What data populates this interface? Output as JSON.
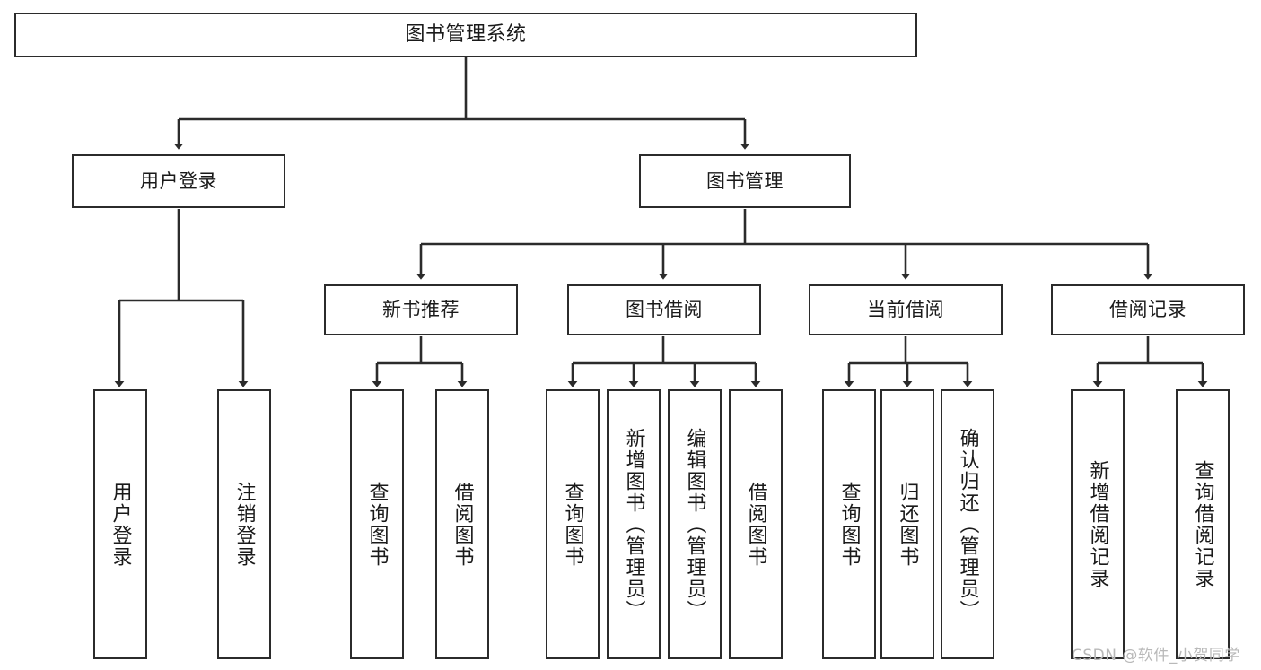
{
  "diagram": {
    "type": "tree-hierarchy-chart",
    "title": "图书管理系统",
    "watermark": "CSDN @软件_小贺同学",
    "line_color": "#2b2b2b",
    "box_fill": "#ffffff",
    "text_color": "#1a1a1a",
    "watermark_color": "#b9b9b9",
    "root": {
      "label": "图书管理系统"
    },
    "level2": [
      {
        "label": "用户登录"
      },
      {
        "label": "图书管理"
      }
    ],
    "level3": [
      {
        "label": "新书推荐"
      },
      {
        "label": "图书借阅"
      },
      {
        "label": "当前借阅"
      },
      {
        "label": "借阅记录"
      }
    ],
    "leaves": {
      "user_login": [
        {
          "label": "用户登录"
        },
        {
          "label": "注销登录"
        }
      ],
      "new_book": [
        {
          "label": "查询图书"
        },
        {
          "label": "借阅图书"
        }
      ],
      "borrow_book": [
        {
          "label": "查询图书"
        },
        {
          "label": "新增图书（管理员）"
        },
        {
          "label": "编辑图书（管理员）"
        },
        {
          "label": "借阅图书"
        }
      ],
      "current_borrow": [
        {
          "label": "查询图书"
        },
        {
          "label": "归还图书"
        },
        {
          "label": "确认归还（管理员）"
        }
      ],
      "borrow_record": [
        {
          "label": "新增借阅记录"
        },
        {
          "label": "查询借阅记录"
        }
      ]
    }
  }
}
